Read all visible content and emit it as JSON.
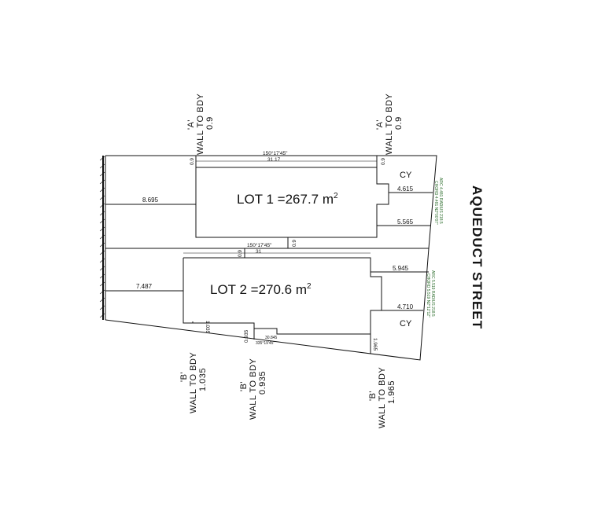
{
  "street": "AQUEDUCT STREET",
  "lots": [
    {
      "label": "LOT  1  =267.7  m",
      "unit_sup": "2"
    },
    {
      "label": "LOT  2  =270.6  m",
      "unit_sup": "2"
    }
  ],
  "cy_labels": [
    "CY",
    "CY"
  ],
  "wall_notes": [
    {
      "code": "'A'",
      "text": "WALL TO BDY",
      "value": "0.9"
    },
    {
      "code": "'A'",
      "text": "WALL TO BDY",
      "value": "0.9"
    },
    {
      "code": "'B'",
      "text": "WALL TO BDY",
      "value": "1.035"
    },
    {
      "code": "'B'",
      "text": "WALL TO BDY",
      "value": "0.935"
    },
    {
      "code": "'B'",
      "text": "WALL TO BDY",
      "value": "1.965"
    }
  ],
  "dimensions": {
    "lot1_left": "8.695",
    "lot1_cy": "4.615",
    "lot1_right": "5.565",
    "lot2_left": "7.487",
    "lot2_right": "5.945",
    "lot2_cy": "4.710",
    "top_bearing": "150°17'45\"",
    "top_length": "31.17",
    "top_offset_left": "0.9",
    "top_offset_right": "0.9",
    "mid_bearing": "150°17'45\"",
    "mid_length": "31",
    "mid_offset_left": "0.9",
    "mid_offset_right": "0.9",
    "bottom_offset_left": "1.035",
    "bottom_offset_mid": "0.935",
    "bottom_offset_right": "1.965",
    "bottom_length": "30.845",
    "bottom_bearing": "335°19'45\""
  },
  "arc_notes": [
    {
      "line1": "ARC 4.481  RADIUS 218.5",
      "line2": "CHORD 4.481  N2°00'07\""
    },
    {
      "line1": "ARC 5.519  RADIUS 218.5",
      "line2": "CHORD 5.519  N2°12'12\""
    }
  ]
}
